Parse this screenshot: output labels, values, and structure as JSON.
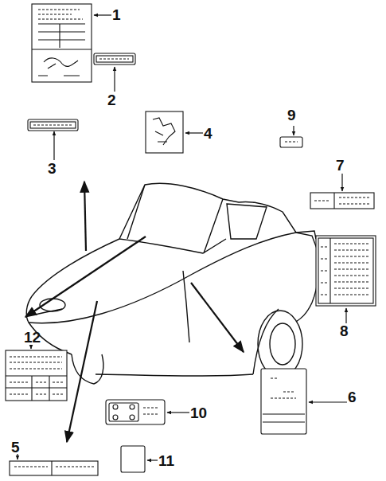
{
  "diagram": {
    "labels": [
      "1",
      "2",
      "3",
      "4",
      "9",
      "7",
      "8",
      "6",
      "10",
      "11",
      "12",
      "5"
    ]
  }
}
